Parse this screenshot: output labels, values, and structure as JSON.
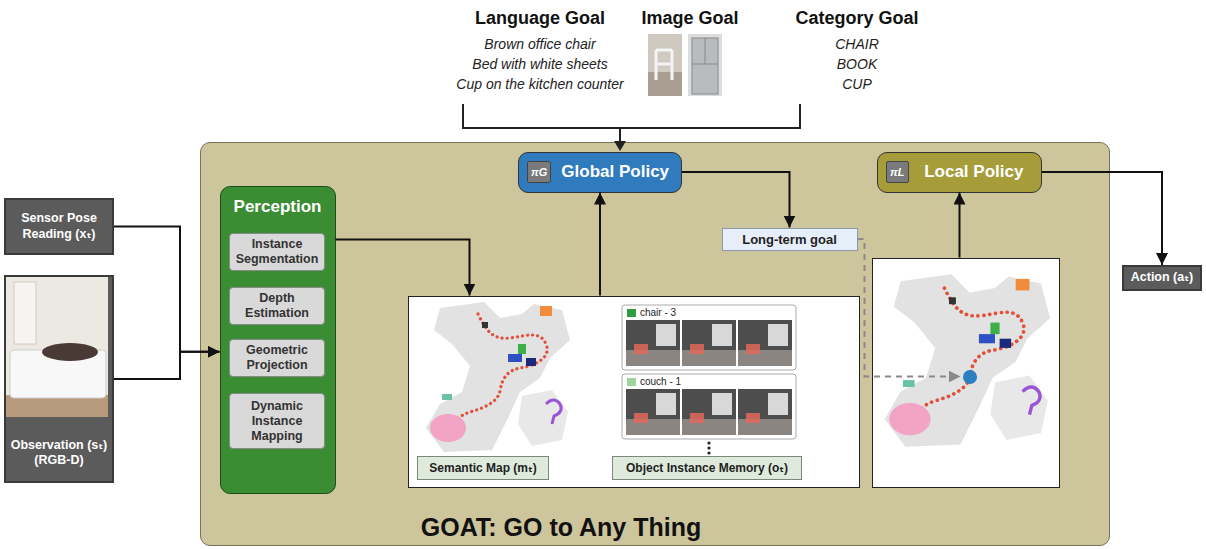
{
  "diagram": {
    "nodes": [
      {
        "text": [
          "Sensor Pose Reading (xₜ)"
        ]
      },
      {
        "text": [
          "Observation (sₜ)",
          "(RGB-D)"
        ]
      },
      {
        "text": [
          "GOAT: GO to Any Thing"
        ]
      },
      {
        "text": [
          "Perception"
        ],
        "in": 2
      },
      {
        "text": [
          "Instance Segmentation"
        ],
        "in": 3
      },
      {
        "text": [
          "Depth Estimation"
        ],
        "in": 3
      },
      {
        "text": [
          "Geometric Projection"
        ],
        "in": 3
      },
      {
        "text": [
          "Dynamic Instance Mapping"
        ],
        "in": 3
      },
      {
        "text": [
          "πG",
          "Global Policy"
        ],
        "in": 2
      },
      {
        "text": [
          "πL",
          "Local Policy"
        ],
        "in": 2
      },
      {
        "text": [
          "Long-term goal"
        ],
        "in": 2
      },
      {
        "text": [],
        "in": 2
      },
      {
        "text": [
          "Semantic Map (mₜ)"
        ],
        "in": 11
      },
      {
        "text": [
          "Object Instance Memory (oₜ)"
        ],
        "in": 11
      },
      {
        "text": [],
        "in": 2
      },
      {
        "text": [
          "Action (aₜ)"
        ]
      }
    ],
    "edges": [
      {
        "from": 0,
        "to": 3,
        "arrow": "to"
      },
      {
        "from": 1,
        "to": 3,
        "arrow": "to"
      },
      {
        "from": 3,
        "to": 11,
        "arrow": "to"
      },
      {
        "from": 11,
        "to": 8,
        "arrow": "to"
      },
      {
        "from": 8,
        "to": 10,
        "arrow": "to"
      },
      {
        "from": 10,
        "to": 14,
        "arrow": "to"
      },
      {
        "from": 14,
        "to": 9,
        "arrow": "to"
      },
      {
        "from": 9,
        "to": 15,
        "arrow": "to"
      }
    ],
    "labels": [
      "Language Goal",
      "Brown office chair",
      "Bed with white sheets",
      "Cup on the kitchen counter",
      "Image Goal",
      "Category Goal",
      "CHAIR",
      "BOOK",
      "CUP",
      "chair - 3",
      "couch - 1"
    ]
  }
}
